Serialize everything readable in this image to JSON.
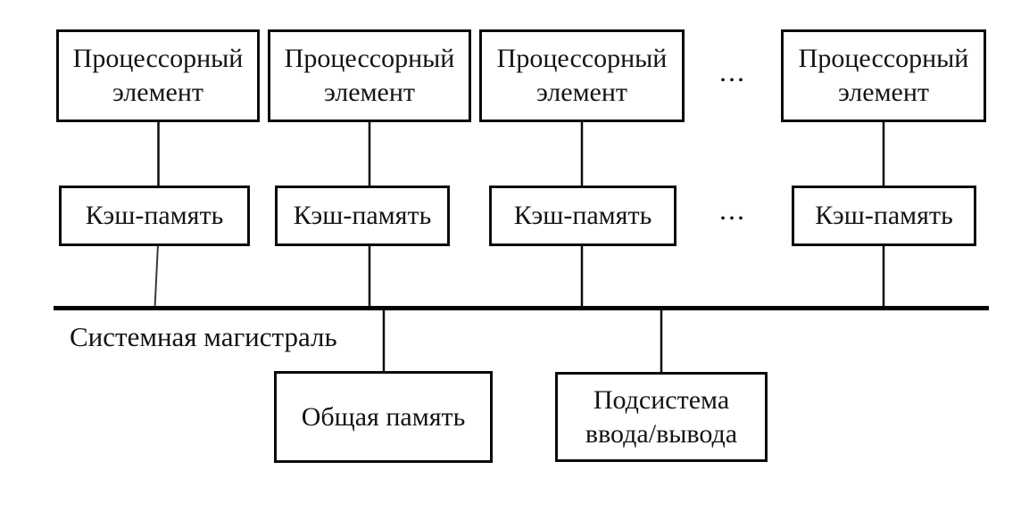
{
  "diagram": {
    "processor": {
      "line1": "Процессорный",
      "line2": "элемент"
    },
    "cache": {
      "label": "Кэш-память"
    },
    "ellipsis": "...",
    "bus": {
      "label": "Системная магистраль"
    },
    "shared_memory": {
      "label": "Общая память"
    },
    "io_subsystem": {
      "line1": "Подсистема",
      "line2": "ввода/вывода"
    }
  },
  "colors": {
    "ink": "#0b0b0b",
    "text": "#141414",
    "background": "#ffffff"
  }
}
